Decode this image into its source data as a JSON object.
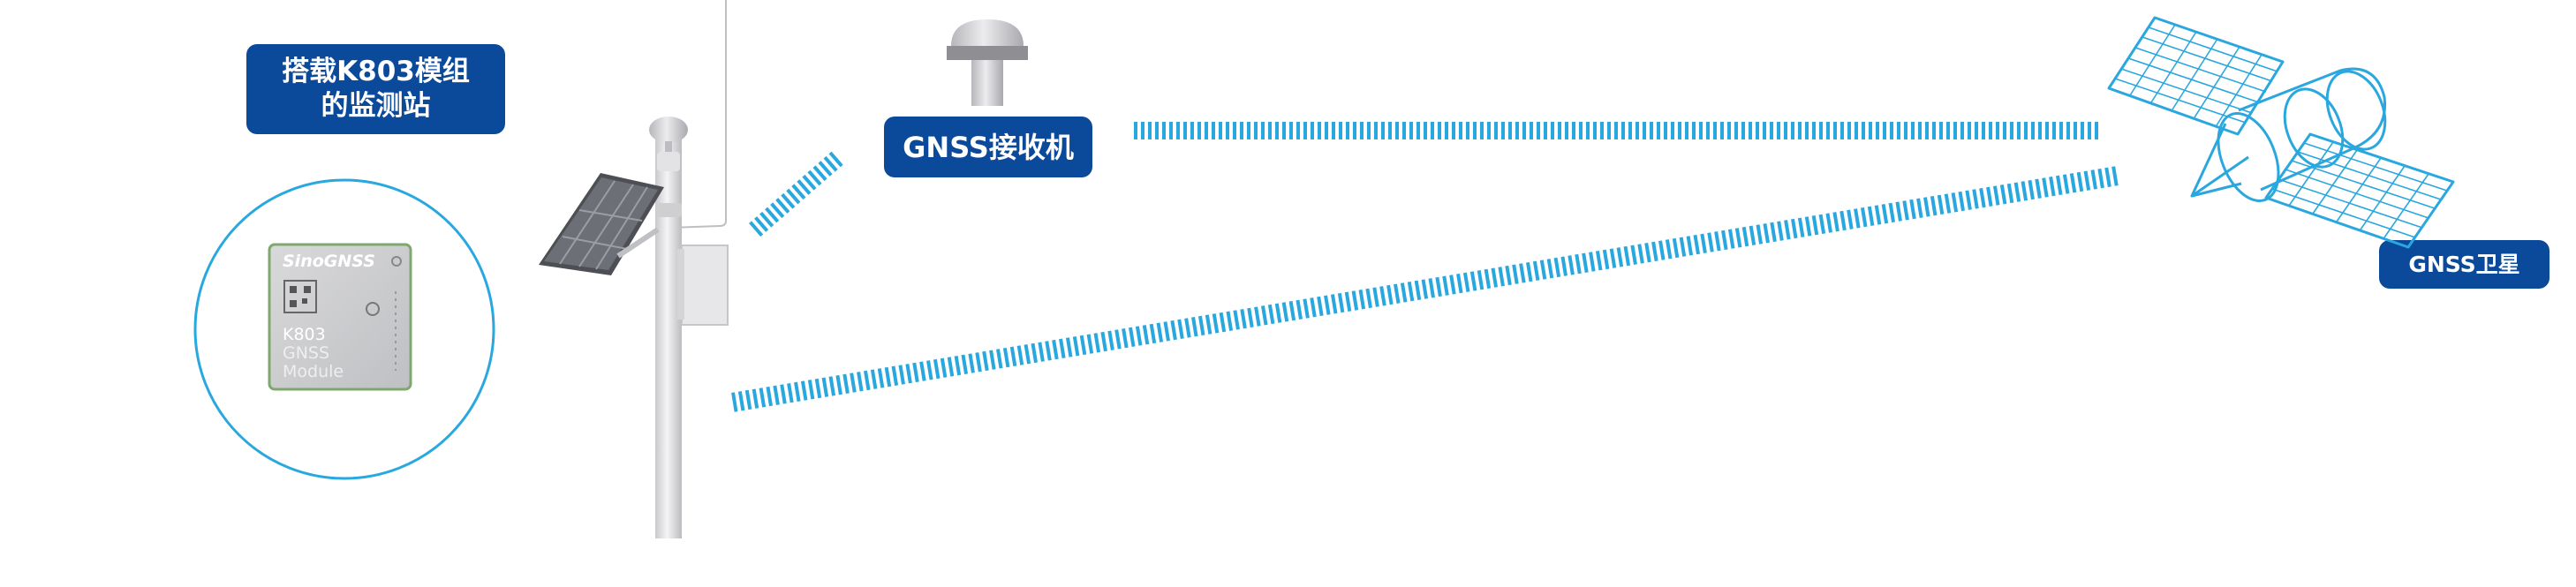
{
  "labels": {
    "station_line1": "搭载K803模组",
    "station_line2": "的监测站",
    "receiver": "GNSS接收机",
    "satellite": "GNSS卫星"
  },
  "module": {
    "brand": "SinoGNSS",
    "model": "K803",
    "line2": "GNSS",
    "line3": "Module"
  },
  "colors": {
    "label_bg": "#0b4a9a",
    "signal": "#29a8e0",
    "circle": "#29a8e0",
    "satellite": "#2aa7de"
  }
}
